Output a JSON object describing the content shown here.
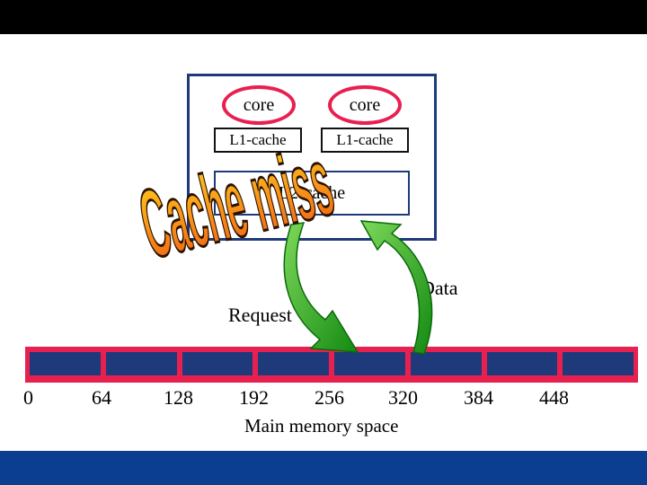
{
  "cores": [
    {
      "label": "core",
      "cache": "L1-cache"
    },
    {
      "label": "core",
      "cache": "L1-cache"
    }
  ],
  "l2_label": "L2-cache",
  "banner": "Cache miss",
  "request_label": "Request",
  "data_label": "Data",
  "memory": {
    "title": "Main memory space",
    "ticks": [
      "0",
      "64",
      "128",
      "192",
      "256",
      "320",
      "384",
      "448"
    ],
    "block_count": 8
  },
  "colors": {
    "accent_red": "#e8204f",
    "navy": "#1f3a7a",
    "arrow_green": "#22a81e",
    "banner_orange": "#f0741a"
  }
}
